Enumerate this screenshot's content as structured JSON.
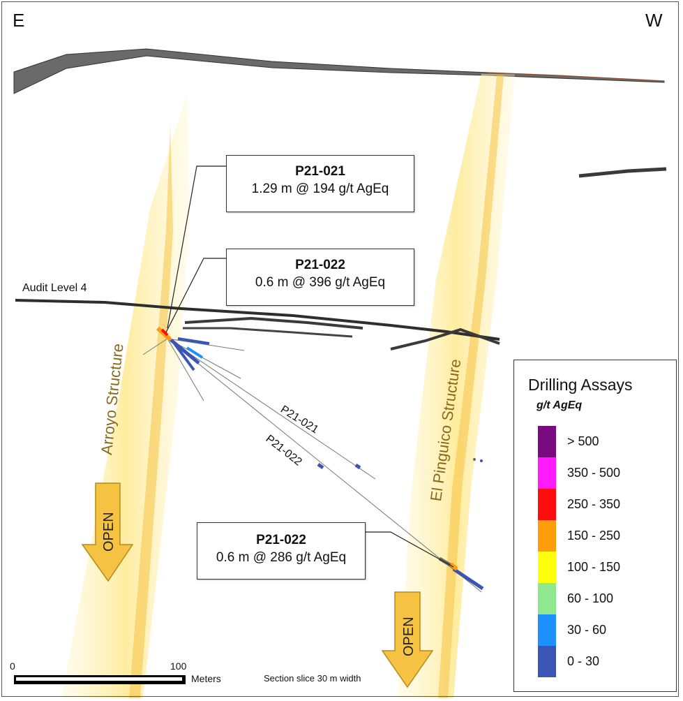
{
  "direction": {
    "left": "E",
    "right": "W"
  },
  "callouts": [
    {
      "hole": "P21-021",
      "assay": "1.29 m @ 194 g/t AgEq"
    },
    {
      "hole": "P21-022",
      "assay": "0.6 m @ 396 g/t AgEq"
    },
    {
      "hole": "P21-022",
      "assay": "0.6 m @ 286 g/t AgEq"
    }
  ],
  "level_label": "Audit Level 4",
  "structures": {
    "arroyo": "Arroyo Structure",
    "pinguico": "El Pinguico Structure"
  },
  "open_label": "OPEN",
  "drill_labels": [
    "P21-021",
    "P21-022"
  ],
  "legend": {
    "title": "Drilling Assays",
    "unit": "g/t AgEq",
    "classes": [
      {
        "label": "> 500",
        "color": "#7a0a7f"
      },
      {
        "label": "350 - 500",
        "color": "#ff1aff"
      },
      {
        "label": "250 - 350",
        "color": "#ff0d0d"
      },
      {
        "label": "150 - 250",
        "color": "#ff9d0a"
      },
      {
        "label": "100 - 150",
        "color": "#ffff0a"
      },
      {
        "label": "60 - 100",
        "color": "#8fe88f"
      },
      {
        "label": "30 - 60",
        "color": "#1e90ff"
      },
      {
        "label": "0 - 30",
        "color": "#3a55b4"
      }
    ]
  },
  "scale": {
    "start": "0",
    "end": "100",
    "unit": "Meters",
    "note": "Section slice 30 m width"
  },
  "colors": {
    "structure_zone": "#ffe680",
    "structure_core": "#f5c242",
    "workings": "#3a3a3a"
  }
}
